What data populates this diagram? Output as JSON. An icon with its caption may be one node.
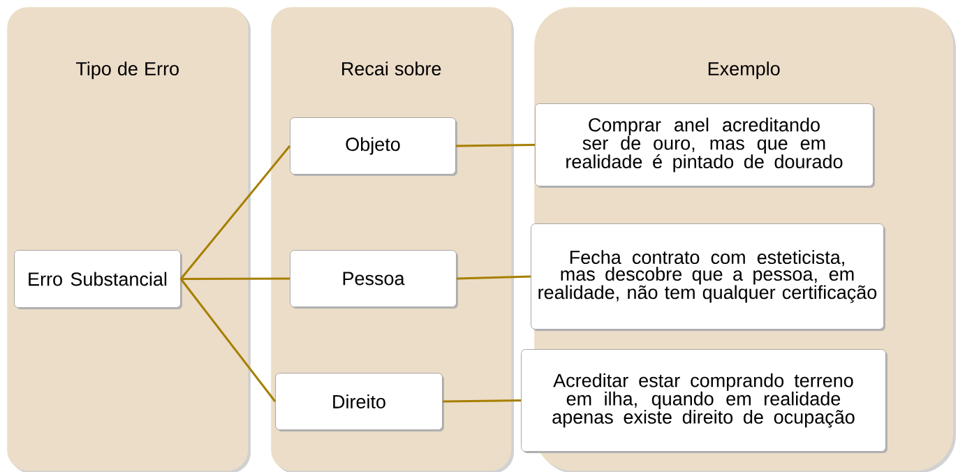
{
  "diagram": {
    "nodes": [
      {
        "text": [
          "Tipo de Erro"
        ]
      },
      {
        "text": [
          "Erro Substancial"
        ],
        "in": 0
      },
      {
        "text": [
          "Recai sobre"
        ]
      },
      {
        "text": [
          "Objeto"
        ],
        "in": 2
      },
      {
        "text": [
          "Pessoa"
        ],
        "in": 2
      },
      {
        "text": [
          "Direito"
        ],
        "in": 2
      },
      {
        "text": [
          "Exemplo"
        ]
      },
      {
        "text": [
          "Comprar anel acreditando ser de ouro, mas que em realidade é pintado de dourado"
        ],
        "in": 6
      },
      {
        "text": [
          "Fecha contrato com esteticista, mas descobre que a pessoa, em realidade, não tem qualquer certificação"
        ],
        "in": 6
      },
      {
        "text": [
          "Acreditar estar comprando terreno em ilha, quando em realidade apenas existe direito de ocupação"
        ],
        "in": 6
      }
    ],
    "edges": [
      {
        "from": 1,
        "to": 3,
        "arrow": "none"
      },
      {
        "from": 1,
        "to": 4,
        "arrow": "none"
      },
      {
        "from": 1,
        "to": 5,
        "arrow": "none"
      },
      {
        "from": 3,
        "to": 7,
        "arrow": "none"
      },
      {
        "from": 4,
        "to": 8,
        "arrow": "none"
      },
      {
        "from": 5,
        "to": 9,
        "arrow": "none"
      }
    ]
  }
}
